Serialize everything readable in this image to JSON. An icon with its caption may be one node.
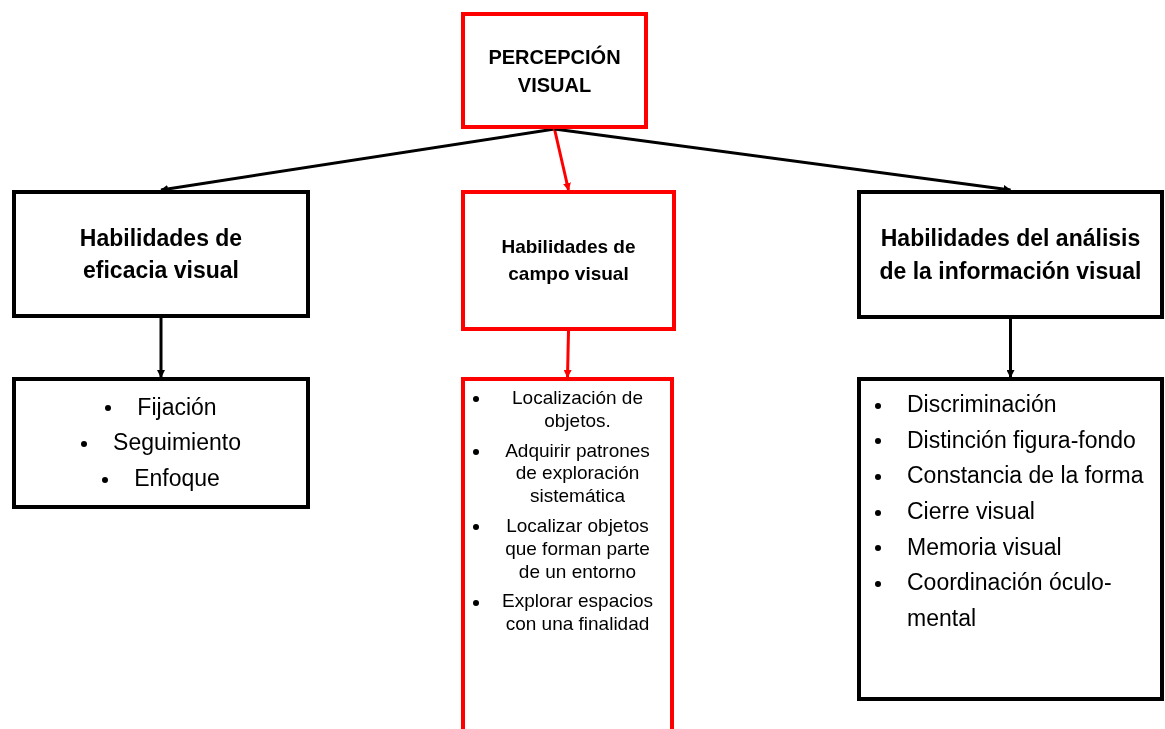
{
  "diagram": {
    "nodes": [
      {
        "text": [
          "PERCEPCIÓN VISUAL"
        ]
      },
      {
        "text": [
          "Habilidades de eficacia visual"
        ]
      },
      {
        "text": [
          "Habilidades de campo visual"
        ]
      },
      {
        "text": [
          "Habilidades del análisis de la información visual"
        ]
      },
      {
        "text": [
          "Fijación",
          "Seguimiento",
          "Enfoque"
        ]
      },
      {
        "text": [
          "Localización de objetos.",
          "Adquirir patrones de exploración sistemática",
          "Localizar objetos que forman parte de un entorno",
          "Explorar espacios con una finalidad"
        ]
      },
      {
        "text": [
          "Discriminación",
          "Distinción figura-fondo",
          "Constancia de la forma",
          "Cierre visual",
          "Memoria visual",
          "Coordinación óculo-mental"
        ]
      }
    ],
    "edges": [
      {
        "from": 0,
        "to": 1,
        "arrow": "to"
      },
      {
        "from": 0,
        "to": 2,
        "arrow": "to",
        "color": "#ff0000"
      },
      {
        "from": 0,
        "to": 3,
        "arrow": "to"
      },
      {
        "from": 1,
        "to": 4,
        "arrow": "to"
      },
      {
        "from": 2,
        "to": 5,
        "arrow": "to",
        "color": "#ff0000"
      },
      {
        "from": 3,
        "to": 6,
        "arrow": "to"
      }
    ]
  }
}
